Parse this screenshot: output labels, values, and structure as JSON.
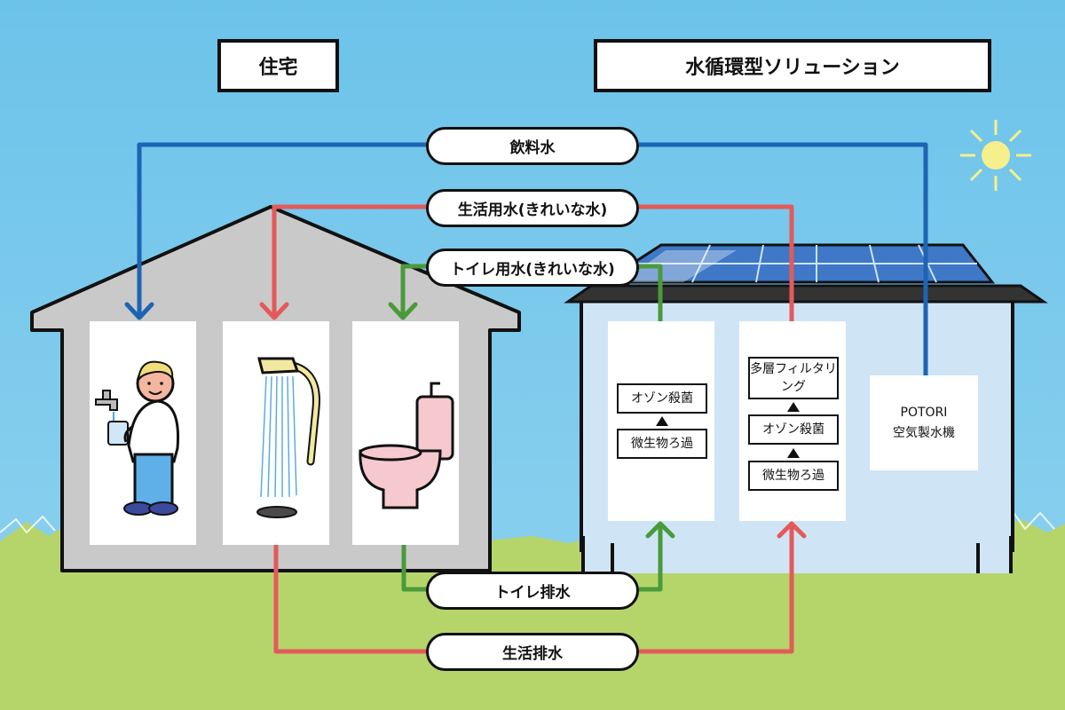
{
  "header": {
    "house_title": "住宅",
    "solution_title": "水循環型ソリューション"
  },
  "flows": {
    "drinking_water": "飲料水",
    "domestic_water": "生活用水(きれいな水)",
    "toilet_water": "トイレ用水(きれいな水)",
    "toilet_drain": "トイレ排水",
    "domestic_drain": "生活排水"
  },
  "toilet_treatment": {
    "steps": [
      "オゾン殺菌",
      "微生物ろ過"
    ]
  },
  "domestic_treatment": {
    "steps": [
      "多層フィルタリング",
      "オゾン殺菌",
      "微生物ろ過"
    ]
  },
  "potori": {
    "name": "POTORI",
    "label": "空気製水機"
  },
  "colors": {
    "sky": "#73c5ea",
    "grass": "#b5d56b",
    "drinking_line": "#1d64b4",
    "domestic_line": "#e45a5a",
    "toilet_line": "#4a9a3a",
    "house": "#c9c9c9",
    "facility": "#cfe5f5"
  },
  "icons": [
    "faucet-icon",
    "person-icon",
    "shower-icon",
    "toilet-icon",
    "sun-icon",
    "solar-panel-icon"
  ]
}
